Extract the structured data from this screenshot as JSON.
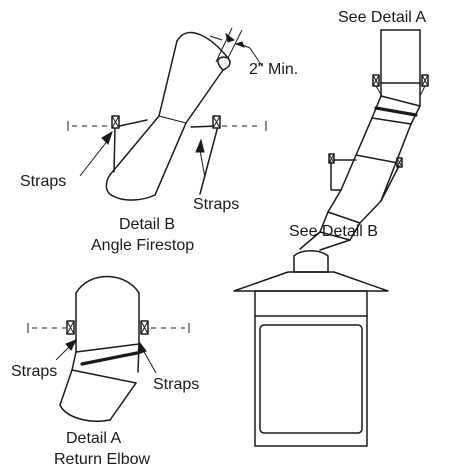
{
  "labels": {
    "see_detail_a": "See Detail A",
    "two_inch_min": "2\" Min.",
    "straps_b_left": "Straps",
    "straps_b_right": "Straps",
    "detail_b_title": "Detail B",
    "detail_b_sub": "Angle Firestop",
    "see_detail_b": "See Detail B",
    "straps_a_left": "Straps",
    "straps_a_right": "Straps",
    "detail_a_title": "Detail A",
    "detail_a_sub": "Return Elbow"
  },
  "icons": {
    "strap": "strap-bracket-icon",
    "arrow": "leader-arrow-icon"
  }
}
